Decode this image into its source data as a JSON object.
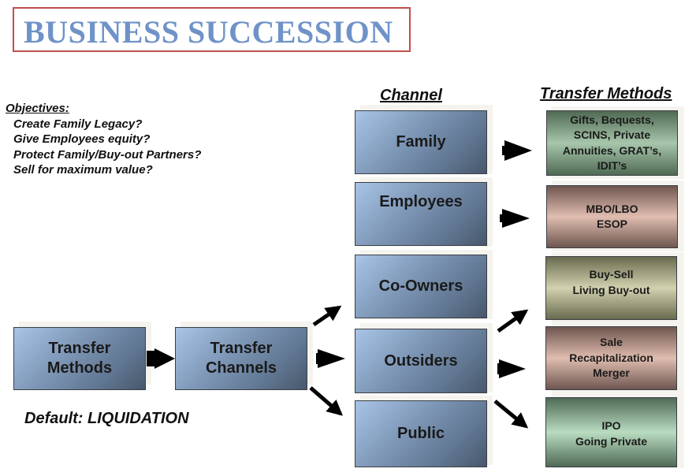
{
  "title": "BUSINESS SUCCESSION",
  "objectives": {
    "heading": "Objectives:",
    "items": [
      "Create Family Legacy?",
      "Give Employees equity?",
      "Protect Family/Buy-out Partners?",
      "Sell for maximum value?"
    ]
  },
  "headers": {
    "channel": "Channel",
    "transfer_methods": "Transfer Methods"
  },
  "start_nodes": {
    "transfer_methods": [
      "Transfer",
      "Methods"
    ],
    "transfer_channels": [
      "Transfer",
      "Channels"
    ]
  },
  "channels": [
    {
      "label": "Family"
    },
    {
      "label": "Employees"
    },
    {
      "label": "Co-Owners"
    },
    {
      "label": "Outsiders"
    },
    {
      "label": "Public"
    }
  ],
  "methods": [
    {
      "lines": [
        "Gifts, Bequests,",
        "SCINS, Private",
        "Annuities, GRAT’s,",
        "IDIT’s"
      ],
      "color": "#8fae93"
    },
    {
      "lines": [
        "MBO/LBO",
        "ESOP"
      ],
      "color": "#c9a79b"
    },
    {
      "lines": [
        "Buy-Sell",
        "Living Buy-out"
      ],
      "color": "#b9b99a"
    },
    {
      "lines": [
        "Sale",
        "Recapitalization",
        "Merger"
      ],
      "color": "#c9a79b"
    },
    {
      "lines": [
        "IPO",
        "Going Private"
      ],
      "color": "#9fc4a6"
    }
  ],
  "default_note": "Default:  LIQUIDATION"
}
